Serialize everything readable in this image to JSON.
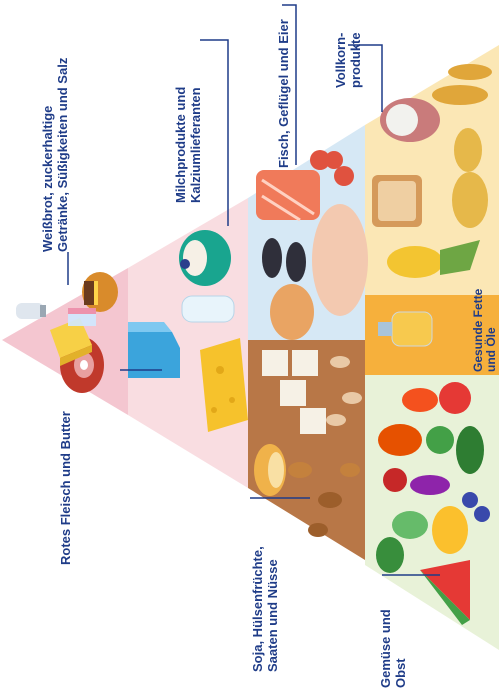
{
  "labels": {
    "sweets": [
      "Weißbrot, zuckerhaltige",
      "Getränke, Süßigkeiten und Salz"
    ],
    "red_meat": [
      "Rotes Fleisch und Butter"
    ],
    "dairy": [
      "Milchprodukte und",
      "Kalziumlieferanten"
    ],
    "fish": [
      "Fisch, Geflügel und Eier"
    ],
    "wholegrain": [
      "Vollkorn-",
      "produkte"
    ],
    "soy": [
      "Soja, Hülsenfrüchte,",
      "Saaten und Nüsse"
    ],
    "fats": [
      "Gesunde Fette",
      "und Öle"
    ],
    "veg": [
      "Gemüse und",
      "Obst"
    ]
  },
  "colors": {
    "text": "#1f3c88",
    "tier_top": "#f4c6d0",
    "tier_dairy": "#f9dde1",
    "tier_fish": "#d6e8f5",
    "tier_grain": "#fbe7b5",
    "tier_soy": "#b87747",
    "tier_fats": "#f6b03c",
    "tier_veg": "#2e7d32"
  }
}
